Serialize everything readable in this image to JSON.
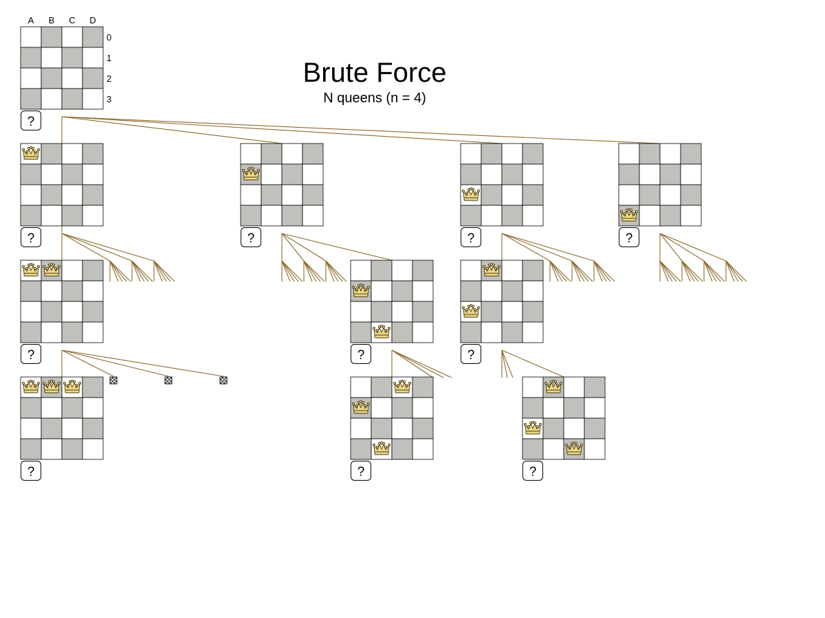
{
  "title": "Brute Force",
  "subtitle": "N queens (n = 4)",
  "colors": {
    "dark_square": "#c0c0bc",
    "light_square": "#ffffff",
    "grid_line": "#000000",
    "branch_line": "#8b6a2d",
    "crown_fill": "#ecd888",
    "crown_stroke": "#4a3a10"
  },
  "board": {
    "columns": [
      "A",
      "B",
      "C",
      "D"
    ],
    "rows": [
      "0",
      "1",
      "2",
      "3"
    ]
  },
  "unknown_marker": "?",
  "boards": [
    {
      "id": "root",
      "queens": []
    },
    {
      "id": "a0",
      "queens": [
        [
          0,
          0
        ]
      ]
    },
    {
      "id": "a1",
      "queens": [
        [
          0,
          1
        ]
      ]
    },
    {
      "id": "a2",
      "queens": [
        [
          0,
          2
        ]
      ]
    },
    {
      "id": "a3",
      "queens": [
        [
          0,
          3
        ]
      ]
    },
    {
      "id": "a0b0",
      "queens": [
        [
          0,
          0
        ],
        [
          1,
          0
        ]
      ]
    },
    {
      "id": "a1b3",
      "queens": [
        [
          0,
          1
        ],
        [
          1,
          3
        ]
      ]
    },
    {
      "id": "a2b0",
      "queens": [
        [
          0,
          2
        ],
        [
          1,
          0
        ]
      ]
    },
    {
      "id": "a0b0c0",
      "queens": [
        [
          0,
          0
        ],
        [
          1,
          0
        ],
        [
          2,
          0
        ]
      ]
    },
    {
      "id": "a1b3c0",
      "queens": [
        [
          0,
          1
        ],
        [
          1,
          3
        ],
        [
          2,
          0
        ]
      ]
    },
    {
      "id": "a2b0c3",
      "queens": [
        [
          0,
          2
        ],
        [
          1,
          0
        ],
        [
          2,
          3
        ]
      ]
    }
  ]
}
